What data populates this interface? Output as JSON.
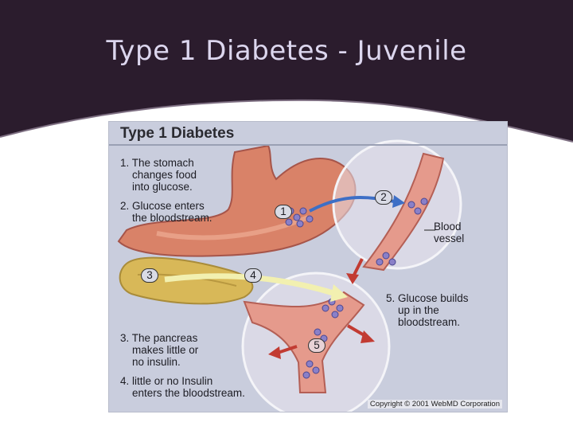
{
  "slide": {
    "title": "Type 1 Diabetes - Juvenile",
    "colors": {
      "header_bg": "#2b1c2d",
      "title_text": "#dcd6ee",
      "figure_bg": "#c9cddd"
    }
  },
  "figure": {
    "title": "Type 1 Diabetes",
    "steps": [
      "1. The stomach\n    changes food\n    into glucose.",
      "2. Glucose enters\n    the bloodstream.",
      "3. The pancreas\n    makes little or\n    no insulin.",
      "4. little or no Insulin\n    enters the bloodstream."
    ],
    "step5": "5. Glucose builds\n    up in the\n    bloodstream.",
    "blood_vessel_label": "Blood\nvessel",
    "markers": [
      "1",
      "2",
      "3",
      "4",
      "5"
    ],
    "copyright": "Copyright © 2001 WebMD Corporation"
  }
}
